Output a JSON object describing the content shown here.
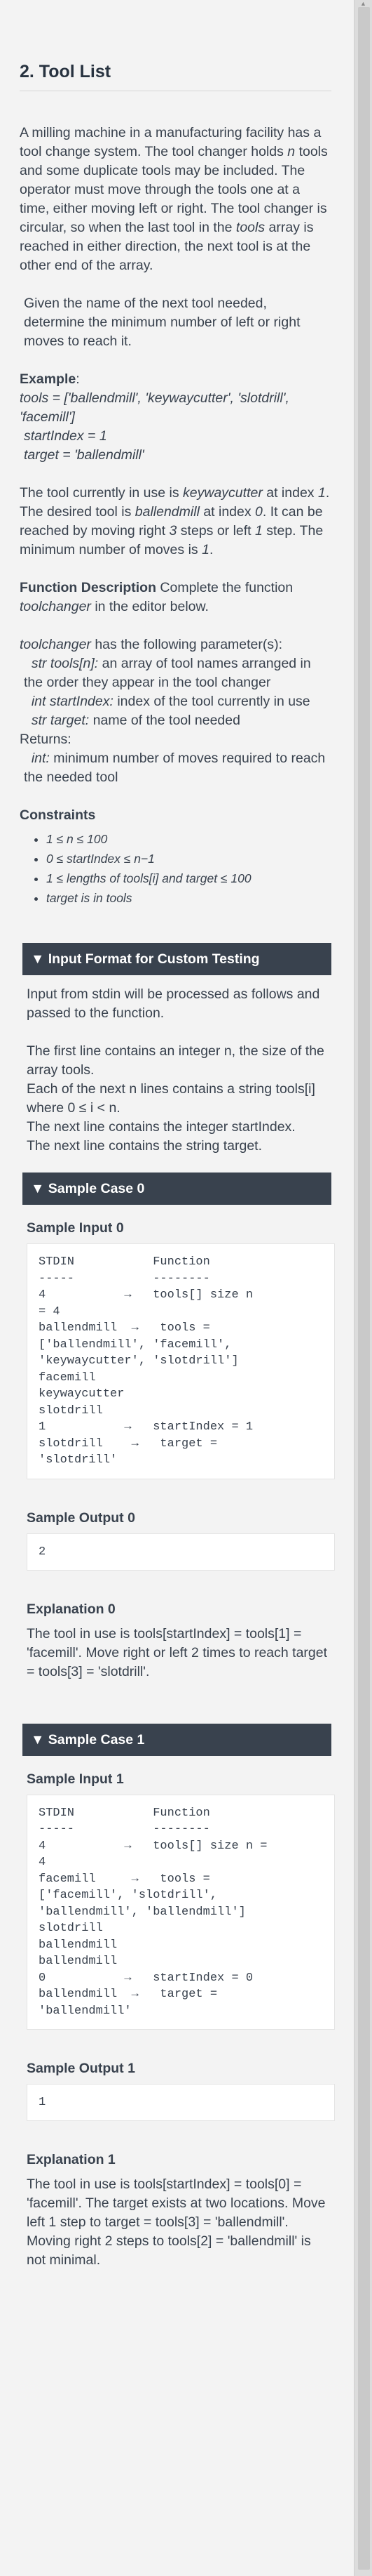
{
  "title": "2. Tool List",
  "intro": [
    "A milling machine in a manufacturing facility has a tool change system. The tool changer holds ",
    "n",
    " tools and some duplicate tools may be included. The operator must move through the tools one at a time, either moving left or right. The tool changer is circular, so when the last tool in the ",
    "tools",
    " array is reached in either direction, the next tool is at the other end of the array."
  ],
  "task": "Given the name of the next tool needed, determine the minimum number of left or right moves to reach it.",
  "example": {
    "heading": "Example",
    "lines": [
      "tools = ['ballendmill', 'keywaycutter', 'slotdrill', 'facemill']",
      "startIndex = 1",
      "target = 'ballendmill'"
    ],
    "explanation": [
      "The tool currently in use is ",
      "keywaycutter",
      " at index ",
      "1",
      ". The desired tool is ",
      "ballendmill",
      " at index ",
      "0",
      ". It can be reached by moving right ",
      "3",
      " steps or left ",
      "1",
      " step. The minimum number of moves is ",
      "1",
      "."
    ]
  },
  "function_description": {
    "heading": "Function Description",
    "text": " Complete the function ",
    "fn": "toolchanger",
    "suffix": " in the editor below.",
    "params_intro": " has the following parameter(s):",
    "params": [
      {
        "type": "str tools[n]:",
        "desc": " an array of tool names arranged in the order they appear in the tool changer"
      },
      {
        "type": "int startIndex:",
        "desc": " index of the tool currently in use"
      },
      {
        "type": "str target:",
        "desc": " name of the tool needed"
      }
    ],
    "returns_label": "Returns:",
    "returns_type": "int:",
    "returns_desc": " minimum number of moves required to reach the needed tool"
  },
  "constraints": {
    "heading": "Constraints",
    "items": [
      "1 ≤ n ≤ 100",
      "0 ≤ startIndex ≤ n−1",
      "1 ≤ lengths of tools[i] and target ≤ 100",
      "target is in tools"
    ]
  },
  "input_format": {
    "heading": "▼ Input Format for Custom Testing",
    "lines": [
      "Input from stdin will be processed as follows and passed to the function.",
      "The first line contains an integer n, the size of the array tools.",
      "Each of the next n lines contains a string tools[i] where 0 ≤ i < n.",
      "The next line contains the integer startIndex.",
      "The next line contains the string target."
    ]
  },
  "sample0": {
    "heading": "▼ Sample Case 0",
    "input_label": "Sample Input 0",
    "input": "STDIN           Function\n-----           --------\n4           →   tools[] size n\n= 4\nballendmill  →   tools =\n['ballendmill', 'facemill',\n'keywaycutter', 'slotdrill']\nfacemill\nkeywaycutter\nslotdrill\n1           →   startIndex = 1\nslotdrill    →   target =\n'slotdrill'",
    "output_label": "Sample Output 0",
    "output": "2",
    "explanation_label": "Explanation 0",
    "explanation": "The tool in use is tools[startIndex] = tools[1] = 'facemill'. Move right or left 2 times to reach target = tools[3] = 'slotdrill'."
  },
  "sample1": {
    "heading": "▼ Sample Case 1",
    "input_label": "Sample Input 1",
    "input": "STDIN           Function\n-----           --------\n4           →   tools[] size n =\n4\nfacemill     →   tools =\n['facemill', 'slotdrill',\n'ballendmill', 'ballendmill']\nslotdrill\nballendmill\nballendmill\n0           →   startIndex = 0\nballendmill  →   target =\n'ballendmill'",
    "output_label": "Sample Output 1",
    "output": "1",
    "explanation_label": "Explanation 1",
    "explanation": "The tool in use is tools[startIndex] = tools[0] = 'facemill'. The target exists at two locations. Move left 1 step to target = tools[3] = 'ballendmill'. Moving right 2 steps to tools[2] = 'ballendmill' is not minimal."
  }
}
